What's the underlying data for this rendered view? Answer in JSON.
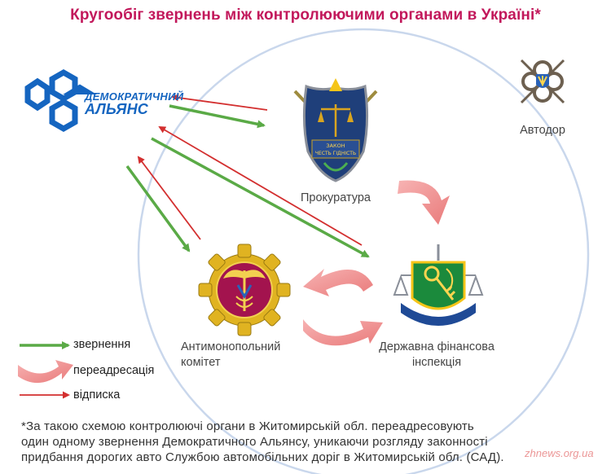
{
  "title": "Кругообіг звернень між контролюючими органами в Україні*",
  "nodes": {
    "alliance": {
      "line1": "ДЕМОКРАТИЧНИЙ",
      "line2": "АЛЬЯНС"
    },
    "avtodor": {
      "label": "Автодор"
    },
    "prosecutor": {
      "label": "Прокуратура",
      "emblem_text1": "ЗАКОН",
      "emblem_text2": "ЧЕСТЬ ГІДНІСТЬ"
    },
    "antimonopoly": {
      "label_line1": "Антимонопольний",
      "label_line2": "комітет"
    },
    "finance": {
      "label_line1": "Державна фінансова",
      "label_line2": "інспекція"
    }
  },
  "legend": [
    {
      "text": "звернення",
      "kind": "appeal",
      "color": "#5aaa46"
    },
    {
      "text": "переадресація",
      "kind": "redirect",
      "color": "#ef8a8a"
    },
    {
      "text": "відписка",
      "kind": "reply",
      "color": "#d32f2f"
    }
  ],
  "footnote": {
    "line1": "*За такою схемою контролюючі органи в Житомирській обл. переадресовують",
    "line2": "один одному звернення Демократичного Альянсу, уникаючи розгляду законності",
    "line3": "придбання дорогих авто Службою автомобільних доріг в Житомирській обл. (САД)."
  },
  "watermark": "zhnews.org.ua",
  "colors": {
    "title": "#c2185b",
    "appeal": "#5aaa46",
    "redirect": "#ef8a8a",
    "reply": "#d32f2f",
    "circle": "#c9d7ec"
  }
}
